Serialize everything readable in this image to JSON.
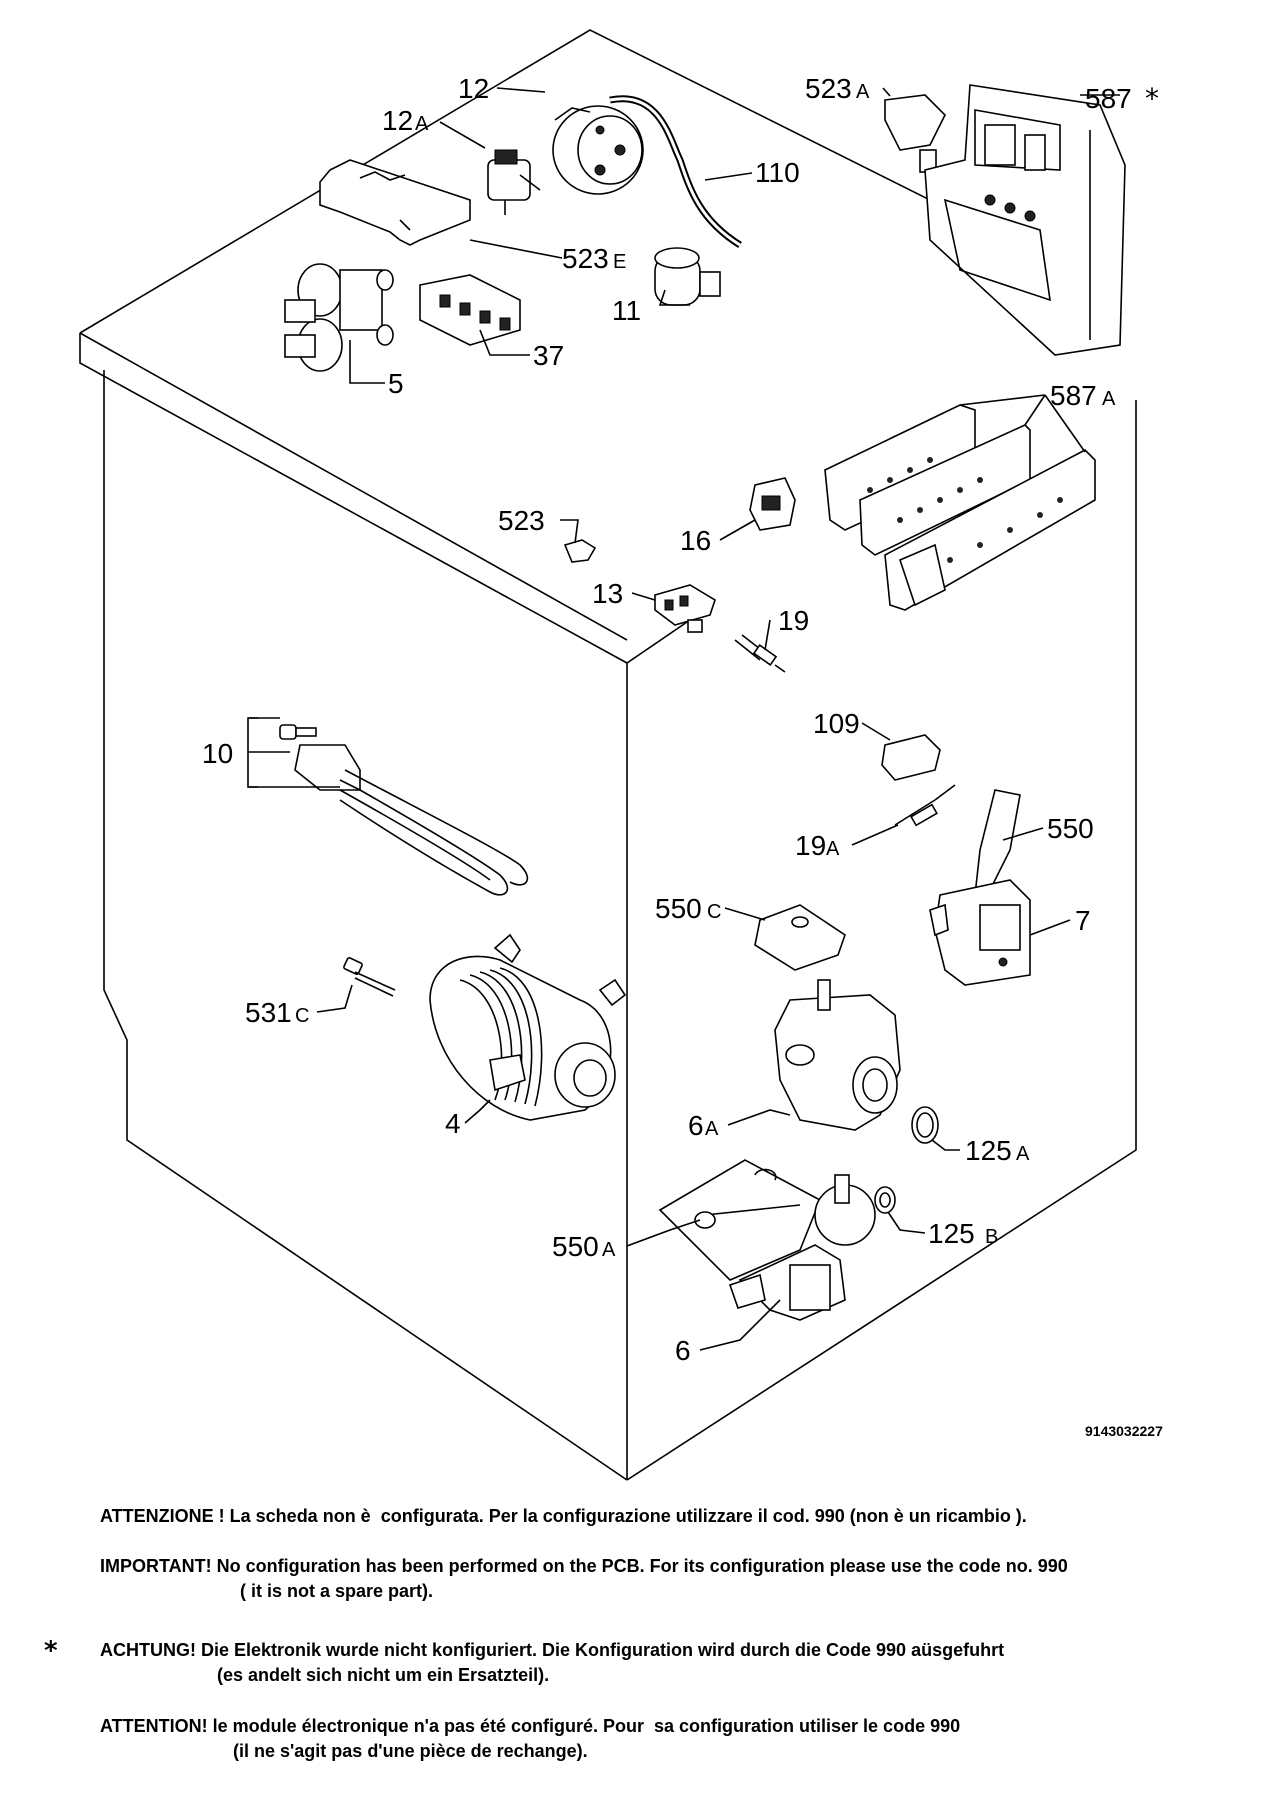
{
  "labels": {
    "l12": "12",
    "l12a": "12",
    "l12a_sub": "A",
    "l523a": "523",
    "l523a_sub": "A",
    "l587star": "587",
    "l587star_sym": "*",
    "l110": "110",
    "l523e": "523",
    "l523e_sub": "E",
    "l11": "11",
    "l37": "37",
    "l5": "5",
    "l587a": "587",
    "l587a_sub": "A",
    "l523": "523",
    "l16": "16",
    "l13": "13",
    "l19": "19",
    "l10": "10",
    "l109": "109",
    "l19a": "19",
    "l19a_sub": "A",
    "l550": "550",
    "l550c": "550",
    "l550c_sub": "C",
    "l7": "7",
    "l531c": "531",
    "l531c_sub": "C",
    "l4": "4",
    "l6a": "6",
    "l6a_sub": "A",
    "l125a": "125",
    "l125a_sub": "A",
    "l550a": "550",
    "l550a_sub": "A",
    "l125b": "125",
    "l125b_sub": "B",
    "l6": "6"
  },
  "drawing_code": "9143032227",
  "notes": {
    "it": "ATTENZIONE ! La scheda non è  configurata. Per la configurazione utilizzare il cod. 990 (non è un ricambio ).",
    "en_1": "IMPORTANT! No configuration has been performed on the PCB. For its configuration please use the code no. 990",
    "en_2": "( it is not a spare part).",
    "star": "*",
    "de_1": "ACHTUNG! Die Elektronik wurde nicht konfiguriert. Die Konfiguration wird durch die Code 990 aüsgefuhrt",
    "de_2": "(es andelt sich nicht um ein Ersatzteil).",
    "fr_1": "ATTENTION! le module électronique n'a pas été configuré. Pour  sa configuration utiliser le code 990",
    "fr_2": "(il ne s'agit pas d'une pièce de rechange)."
  }
}
